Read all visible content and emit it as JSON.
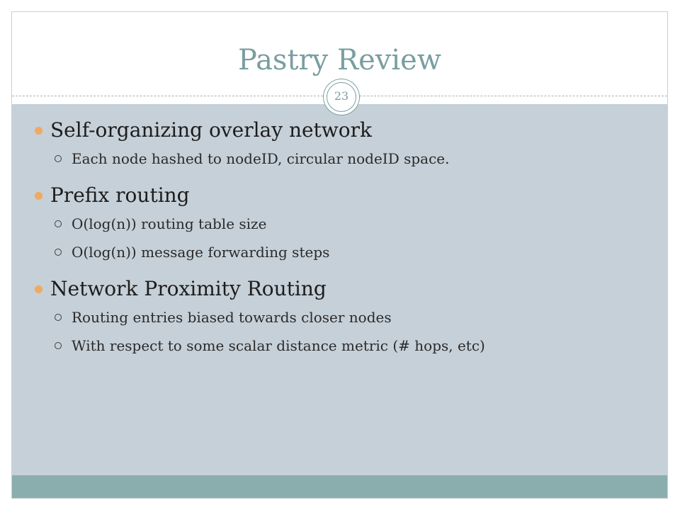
{
  "slide": {
    "title": "Pastry Review",
    "page_number": "23",
    "accent_color": "#7a9ea0",
    "content_bg": "#c6d0d8",
    "footer_color": "#8aaeae",
    "bullet_color": "#f0a95f",
    "bullets": [
      {
        "text": "Self-organizing overlay network",
        "sub": [
          "Each node hashed to nodeID, circular nodeID space."
        ]
      },
      {
        "text": "Prefix routing",
        "sub": [
          "O(log(n)) routing table size",
          "O(log(n)) message forwarding steps"
        ]
      },
      {
        "text": "Network Proximity Routing",
        "sub": [
          "Routing entries biased towards closer nodes",
          "With respect to some scalar distance metric (# hops, etc)"
        ]
      }
    ]
  }
}
